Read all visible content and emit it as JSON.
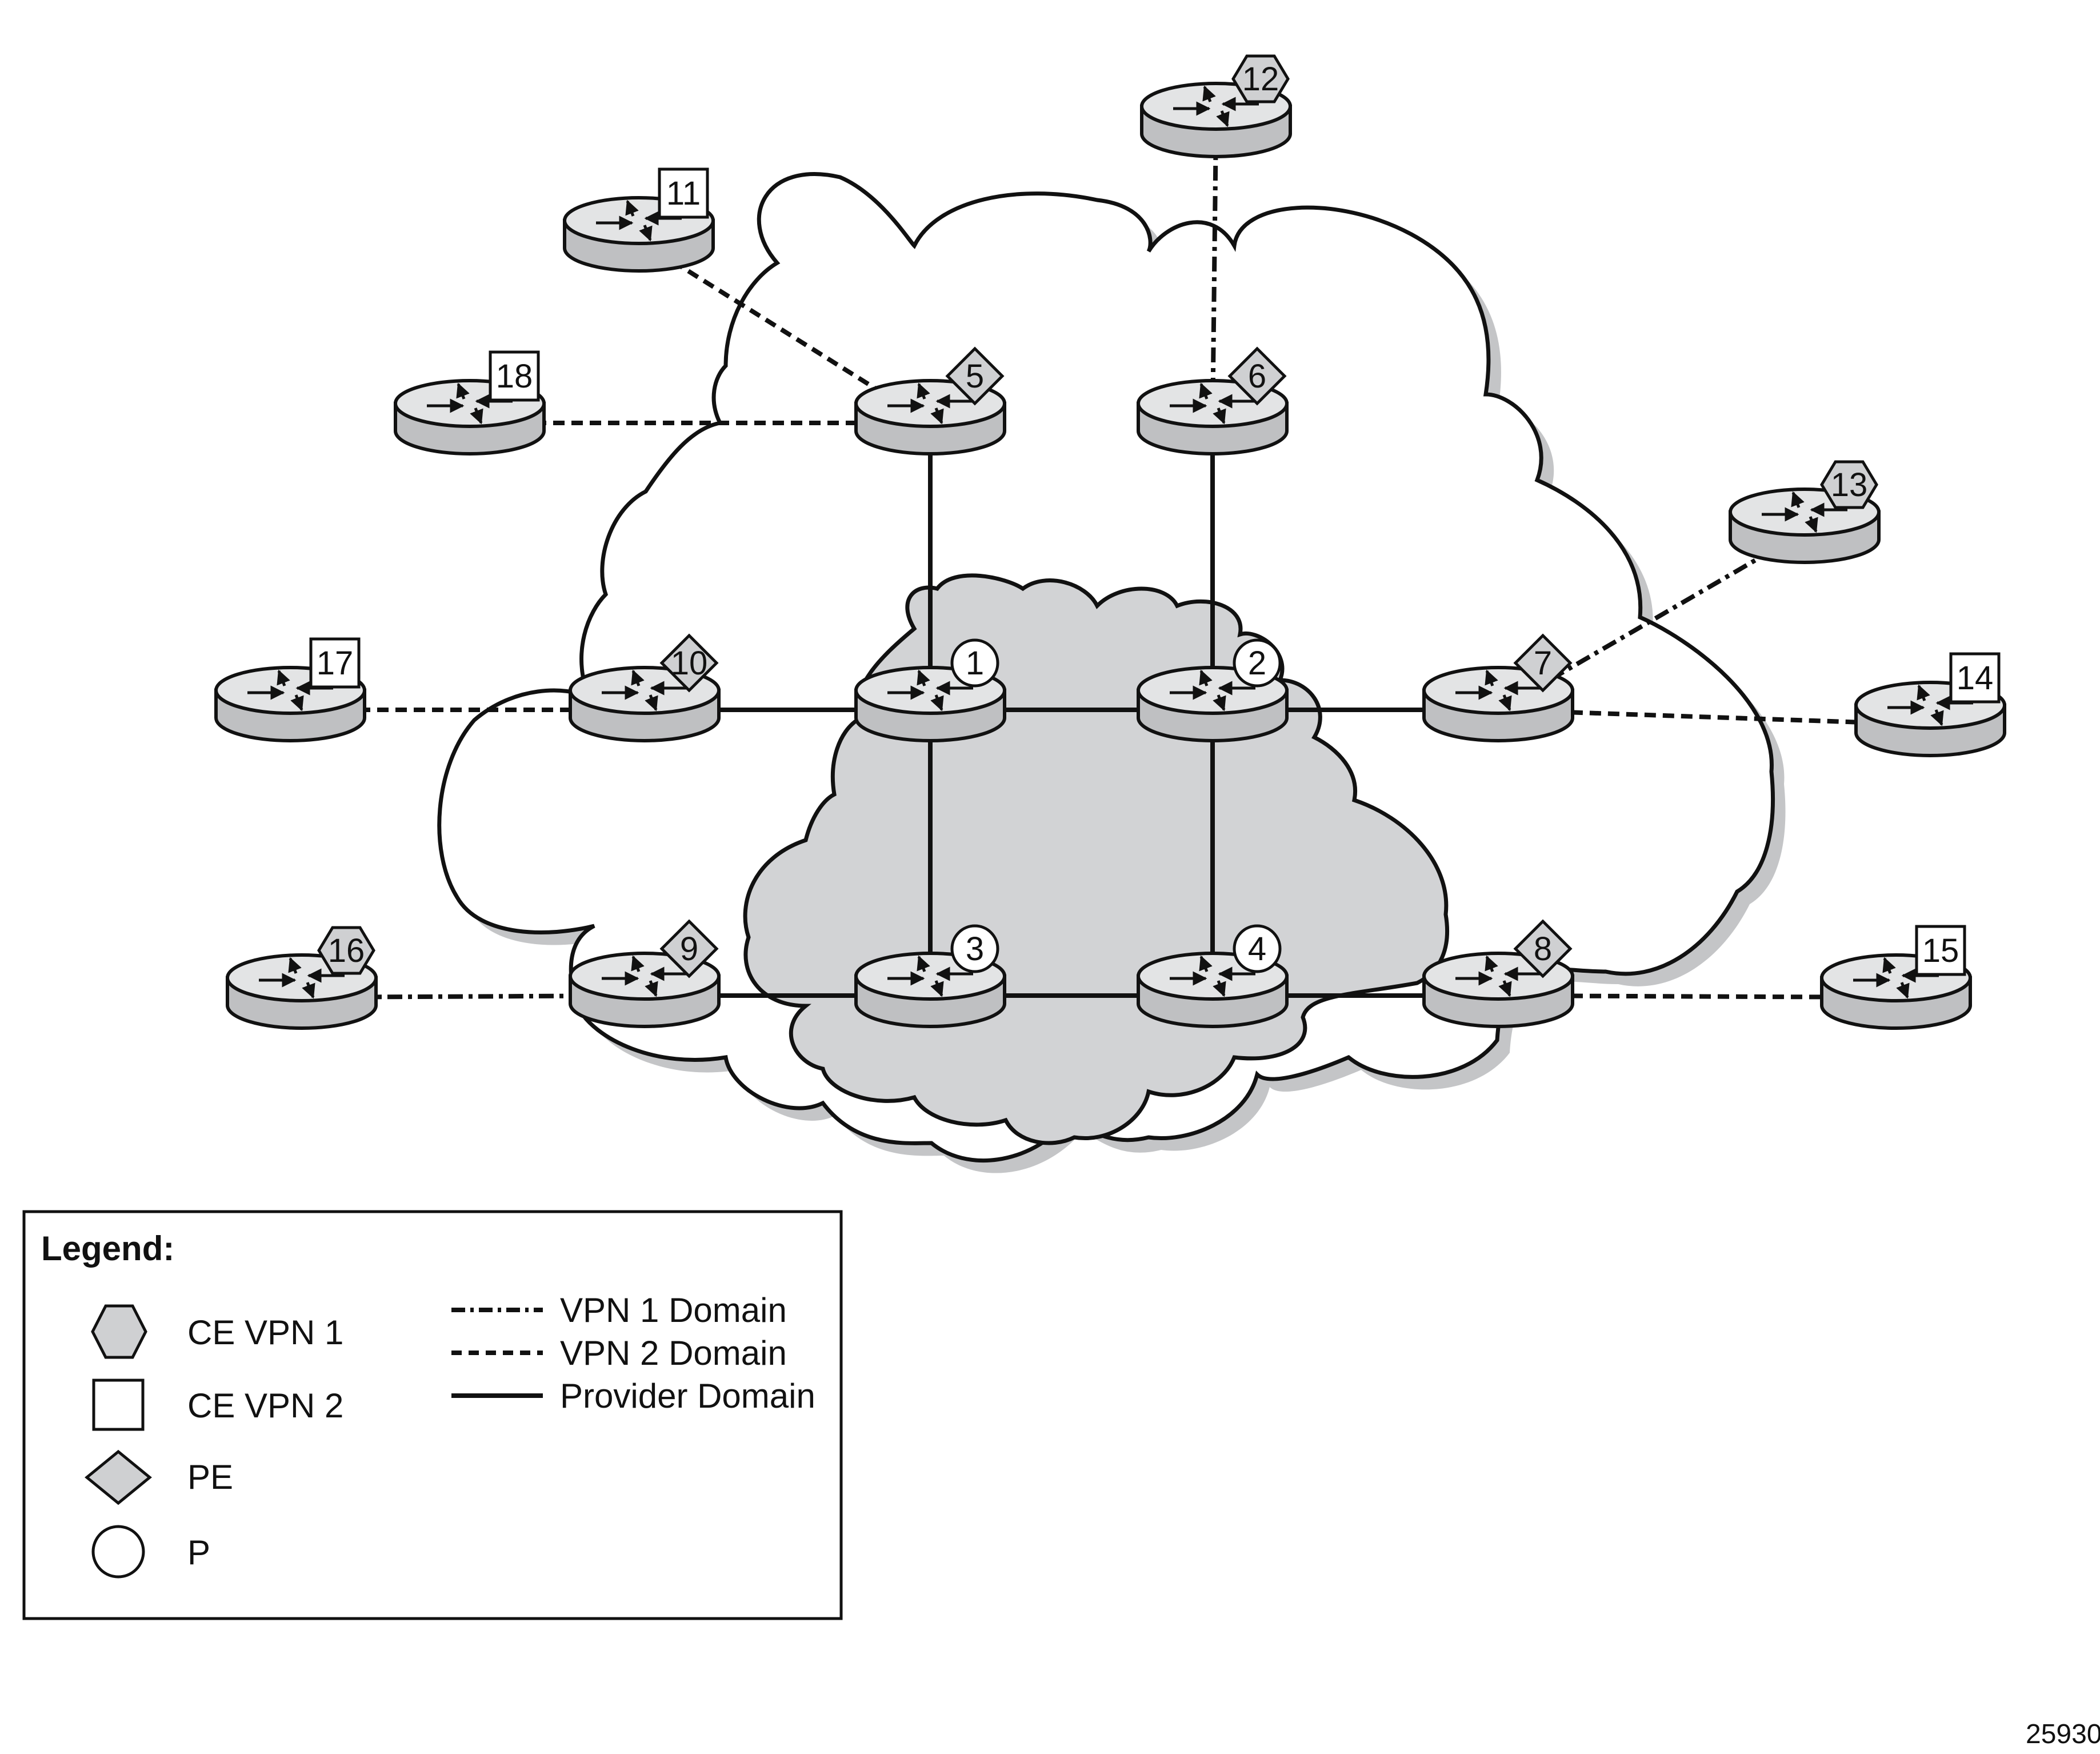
{
  "legend": {
    "title": "Legend:",
    "shapes": [
      {
        "key": "ce-vpn1",
        "label": "CE VPN 1",
        "shape": "hexagon"
      },
      {
        "key": "ce-vpn2",
        "label": "CE VPN 2",
        "shape": "square"
      },
      {
        "key": "pe",
        "label": "PE",
        "shape": "diamond"
      },
      {
        "key": "p",
        "label": "P",
        "shape": "circle"
      }
    ],
    "lines": [
      {
        "key": "vpn1-domain",
        "label": "VPN 1 Domain",
        "style": "dash-dot"
      },
      {
        "key": "vpn2-domain",
        "label": "VPN 2 Domain",
        "style": "dashed"
      },
      {
        "key": "provider-domain",
        "label": "Provider Domain",
        "style": "solid"
      }
    ]
  },
  "routers": [
    {
      "id": "1",
      "role": "p"
    },
    {
      "id": "2",
      "role": "p"
    },
    {
      "id": "3",
      "role": "p"
    },
    {
      "id": "4",
      "role": "p"
    },
    {
      "id": "5",
      "role": "pe"
    },
    {
      "id": "6",
      "role": "pe"
    },
    {
      "id": "7",
      "role": "pe"
    },
    {
      "id": "8",
      "role": "pe"
    },
    {
      "id": "9",
      "role": "pe"
    },
    {
      "id": "10",
      "role": "pe"
    },
    {
      "id": "11",
      "role": "ce-vpn2"
    },
    {
      "id": "12",
      "role": "ce-vpn1"
    },
    {
      "id": "13",
      "role": "ce-vpn1"
    },
    {
      "id": "14",
      "role": "ce-vpn2"
    },
    {
      "id": "15",
      "role": "ce-vpn2"
    },
    {
      "id": "16",
      "role": "ce-vpn1"
    },
    {
      "id": "17",
      "role": "ce-vpn2"
    },
    {
      "id": "18",
      "role": "ce-vpn2"
    }
  ],
  "links": [
    {
      "from": "1",
      "to": "2",
      "domain": "provider-domain"
    },
    {
      "from": "1",
      "to": "3",
      "domain": "provider-domain"
    },
    {
      "from": "2",
      "to": "4",
      "domain": "provider-domain"
    },
    {
      "from": "3",
      "to": "4",
      "domain": "provider-domain"
    },
    {
      "from": "1",
      "to": "5",
      "domain": "provider-domain"
    },
    {
      "from": "2",
      "to": "6",
      "domain": "provider-domain"
    },
    {
      "from": "1",
      "to": "10",
      "domain": "provider-domain"
    },
    {
      "from": "2",
      "to": "7",
      "domain": "provider-domain"
    },
    {
      "from": "3",
      "to": "9",
      "domain": "provider-domain"
    },
    {
      "from": "4",
      "to": "8",
      "domain": "provider-domain"
    },
    {
      "from": "5",
      "to": "11",
      "domain": "vpn2-domain"
    },
    {
      "from": "5",
      "to": "18",
      "domain": "vpn2-domain"
    },
    {
      "from": "6",
      "to": "12",
      "domain": "vpn1-domain"
    },
    {
      "from": "7",
      "to": "13",
      "domain": "vpn1-domain"
    },
    {
      "from": "7",
      "to": "14",
      "domain": "vpn2-domain"
    },
    {
      "from": "8",
      "to": "15",
      "domain": "vpn2-domain"
    },
    {
      "from": "9",
      "to": "16",
      "domain": "vpn1-domain"
    },
    {
      "from": "10",
      "to": "17",
      "domain": "vpn2-domain"
    }
  ],
  "colors": {
    "badge_fill": "#cfd0d2",
    "router_body": "#bfc0c2",
    "router_top": "#e3e4e5",
    "core_cloud": "#d2d3d5",
    "outer_cloud": "#ffffff",
    "shadow": "#c4c5c7",
    "stroke": "#111111"
  },
  "figure_id": "25930"
}
